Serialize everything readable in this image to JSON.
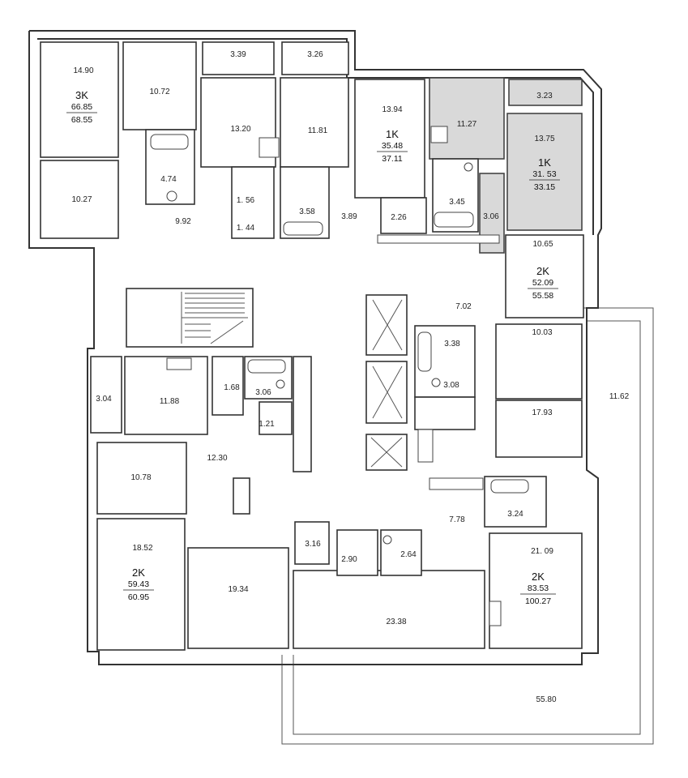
{
  "rooms": {
    "r1": "14.90",
    "r2": "10.72",
    "r3": "3.39",
    "r4": "3.26",
    "r5": "13.94",
    "r6": "11.27",
    "r7": "3.23",
    "r8": "13.75",
    "r9": "13.20",
    "r10": "11.81",
    "r11": "4.74",
    "r12": "10.27",
    "r13": "9.92",
    "r14": "1. 56",
    "r15": "1. 44",
    "r16": "3.58",
    "r17": "3.89",
    "r18": "2.26",
    "r19": "3.45",
    "r20": "3.06",
    "r21": "10.65",
    "r22": "7.02",
    "r23": "3.38",
    "r24": "10.03",
    "r25": "3.08",
    "r26": "11.62",
    "r27": "17.93",
    "r28": "3.04",
    "r29": "11.88",
    "r30": "1.68",
    "r31": "3.06",
    "r32": "1.21",
    "r33": "12.30",
    "r34": "10.78",
    "r35": "7.78",
    "r36": "3.24",
    "r37": "18.52",
    "r38": "3.16",
    "r39": "2.90",
    "r40": "2.64",
    "r41": "21. 09",
    "r42": "19.34",
    "r43": "23.38",
    "r44": "55.80"
  },
  "apartments": {
    "a1": {
      "type": "3K",
      "living": "66.85",
      "total": "68.55"
    },
    "a2": {
      "type": "1K",
      "living": "35.48",
      "total": "37.11"
    },
    "a3": {
      "type": "1K",
      "living": "31. 53",
      "total": "33.15"
    },
    "a4": {
      "type": "2K",
      "living": "52.09",
      "total": "55.58"
    },
    "a5": {
      "type": "2K",
      "living": "59.43",
      "total": "60.95"
    },
    "a6": {
      "type": "2K",
      "living": "83.53",
      "total": "100.27"
    }
  },
  "colors": {
    "wall": "#333333",
    "highlight": "#d9d9d9"
  }
}
